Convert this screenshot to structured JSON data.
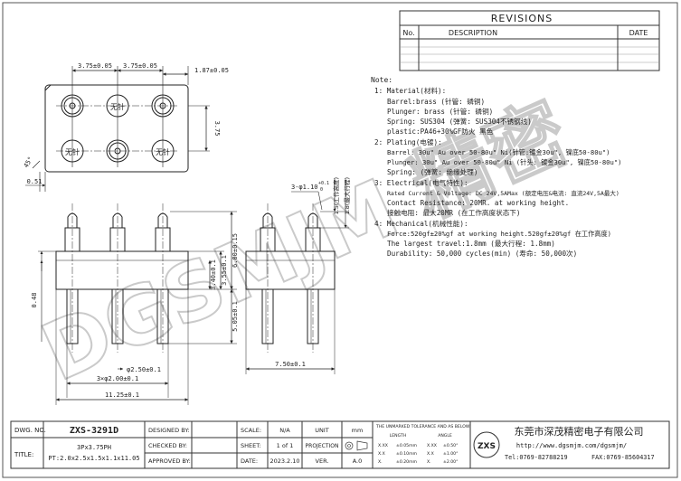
{
  "revisions": {
    "title": "REVISIONS",
    "col_no": "No.",
    "col_desc": "DESCRIPTION",
    "col_date": "DATE"
  },
  "watermark": "DGSMJM 精密",
  "top_view": {
    "dim_pitch_1": "3.75±0.05",
    "dim_pitch_2": "3.75±0.05",
    "dim_edge": "1.87±0.05",
    "dim_height": "3.75",
    "dim_angle": "45°",
    "dim_offset": "0.51",
    "label_top_mid": "无针",
    "label_bottom_left": "无针",
    "label_bottom_right": "无针"
  },
  "front_view": {
    "dim_total_h": "6.00±0.15",
    "dim_body_h": "3.55±0.1",
    "dim_step_h": "3.40±0.1",
    "dim_pin_h": "5.05±0.1",
    "dim_wall": "0.48",
    "dim_plunger_dia": "φ2.50±0.1",
    "dim_pitch": "3×φ2.00±0.1",
    "dim_width": "11.25±0.1"
  },
  "side_view": {
    "dim_hole": "3-φ1.10",
    "dim_hole_tol_up": "+0.1",
    "dim_hole_tol_down": "0",
    "dim_work_h": "1.5(工作高度)",
    "dim_max_travel": "1.8(最大行程)",
    "dim_width": "7.50±0.1"
  },
  "notes": {
    "heading": "Note:",
    "lines": [
      "1: Material(材料):",
      "Barrel:brass (针管: 磷铜)",
      "Plunger: brass (针管: 磷铜)",
      "Spring: SUS304  (弹簧: SUS304不锈钢线)",
      "plastic:PA46+30%GF防火 黑色",
      "2: Plating(电镀):",
      "Barrel: 30u\" Au over 50-80u\" Ni(针管:镀金30u\", 镍底50-80u\")",
      "Plunger: 30u\" Au over 50-80u\" Ni (针头: 镀金30u\", 镍底50-80u\")",
      "Spring: (弹簧: 绝缘处理)",
      "3: Electrical(电气特性):",
      "Rated Current & Voltage: DC 24V,5AMax (额定电压&电流: 直流24V,5A最大)",
      "Contact Resistance: 20MR. at working height.",
      "接触电阻: 最大20MR (在工作高度状态下)",
      "4: Mechanical(机械性能):",
      "Force:520gf±20%gf at working height.520gf±20%gf 在工作高度)",
      "The largest travel:1.8mm (最大行程: 1.8mm)",
      "Durability: 50,000 cycles(min) (寿命: 50,000次)"
    ]
  },
  "title_block": {
    "dwg_no_label": "DWG. NO.",
    "dwg_no": "ZXS-3291D",
    "title_label": "TITLE:",
    "title_line1": "3Px3.75PH",
    "title_line2": "PT:2.0x2.5x1.5x1.1x11.05",
    "designed_by": "DESIGNED BY:",
    "checked_by": "CHECKED BY:",
    "approved_by": "APPROVED BY:",
    "scale_label": "SCALE:",
    "scale": "N/A",
    "unit_label": "UNIT",
    "unit": "mm",
    "sheet_label": "SHEET:",
    "sheet": "1 of 1",
    "projection": "PROJECTION",
    "date_label": "DATE:",
    "date": "2023.2.10",
    "ver_label": "VER.",
    "ver": "A.0",
    "tol_title": "THE UNMARKED TOLERANCE AND AS BELOW:",
    "tol_length": "LENGTH",
    "tol_angle": "ANGLE",
    "tol_rows": [
      [
        "X.XX",
        "±0.05mm",
        "X.XX",
        "±0.50°"
      ],
      [
        "X.X",
        "±0.10mm",
        "X.X",
        "±1.00°"
      ],
      [
        "X.",
        "±0.20mm",
        "X.",
        "±2.00°"
      ]
    ],
    "company": "东莞市深茂精密电子有限公司",
    "logo": "ZXS",
    "website": "http://www.dgsmjm.com/dgsmjm/",
    "tel": "Tel:0769-82788219",
    "fax": "FAX:0769-85604317"
  }
}
